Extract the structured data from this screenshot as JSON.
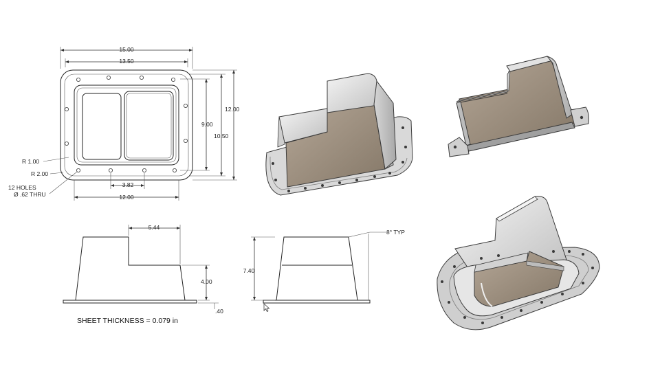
{
  "drawing": {
    "top_view": {
      "dim_overall_width": "15.00",
      "dim_inner_width": "13.50",
      "dim_inner_height": "9.00",
      "dim_mid_height": "10.50",
      "dim_overall_height": "12.00",
      "dim_radius_1": "R 1.00",
      "dim_radius_2": "R 2.00",
      "holes_line1": "12 HOLES",
      "holes_line2": "Ø .62 THRU",
      "dim_hole_pitch": "3.82",
      "dim_bottom_width": "12.00"
    },
    "front_view": {
      "dim_step_width": "5.44",
      "dim_step_height": "4.00",
      "dim_flange": ".40"
    },
    "side_view": {
      "dim_height": "7.40",
      "dim_angle": "8° TYP"
    },
    "note": "SHEET THICKNESS = 0.079 in"
  },
  "colors": {
    "metal_light": "#e6e6e6",
    "metal_mid": "#c8c8c8",
    "metal_dark": "#8a8a8a",
    "interior": "#a49586",
    "interior_shadow": "#7d7062",
    "edge": "#3a3a3a"
  }
}
